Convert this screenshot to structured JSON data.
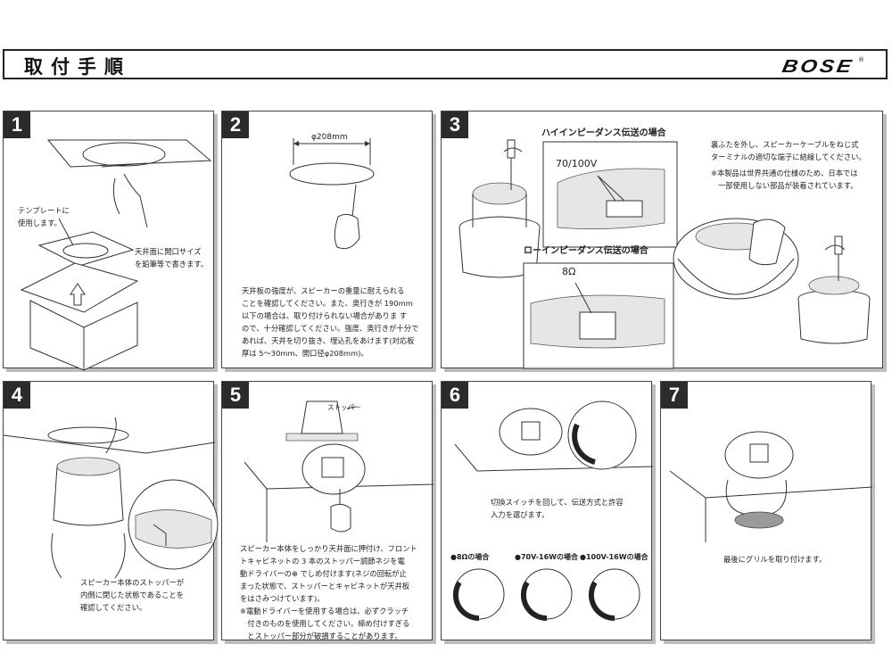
{
  "header": {
    "title": "取付手順",
    "logo": "BOSE",
    "logo_mark": "®"
  },
  "panels": [
    {
      "num": "1",
      "labels": {
        "template": [
          "テンプレートに",
          "使用します。"
        ],
        "ceiling": [
          "天井面に開口サイズ",
          "を鉛筆等で書きます。"
        ]
      }
    },
    {
      "num": "2",
      "dimension": "φ208mm",
      "text": [
        "天井板の強度が、スピーカーの重量に耐えられる",
        "ことを確認してください。また、奥行きが 190mm",
        "以下の場合は、取り付けられない場合がありま す",
        "ので、十分確認してください。強度、奥行きが十分で",
        "あれば、天井を切り抜き、埋込孔をあけます(対応板",
        "厚は 5～30mm、開口径φ208mm)。"
      ]
    },
    {
      "num": "3",
      "high_title": "ハイインピーダンス伝送の場合",
      "high_label": "70/100V",
      "low_title": "ローインピーダンス伝送の場合",
      "low_label": "8Ω",
      "text": [
        "裏ふたを外し、スピーカーケーブルをねじ式",
        "ターミナルの適切な端子に結線してください。"
      ],
      "note": [
        "※本製品は世界共通の仕様のため、日本では",
        "一部使用しない部品が装着されています。"
      ]
    },
    {
      "num": "4",
      "text": [
        "スピーカー本体のストッパーが",
        "内側に閉じた状態であることを",
        "確認してください。"
      ]
    },
    {
      "num": "5",
      "stopper_label": "ストッパー",
      "text": [
        "スピーカー本体をしっかり天井面に押付け、フロント",
        "トキャビネットの 3 本のストッパー調節ネジを電",
        "動ドライバーの⊕ でしめ付けます(ネジの回転が止",
        "まった状態で、ストッパーとキャビネットが天井板",
        "をはさみつけています)。",
        "※電動ドライバーを使用する場合は、必ずクラッチ",
        "　付きのものを使用してください。締め付けすぎる",
        "　とストッパー部分が破損することがあります。"
      ]
    },
    {
      "num": "6",
      "text": [
        "切換スイッチを回して、伝送方式と許容",
        "入力を選びます。"
      ],
      "modes": [
        "●8Ωの場合",
        "●70V-16Wの場合",
        "●100V-16Wの場合"
      ]
    },
    {
      "num": "7",
      "text": [
        "最後にグリルを取り付けます。"
      ]
    }
  ]
}
